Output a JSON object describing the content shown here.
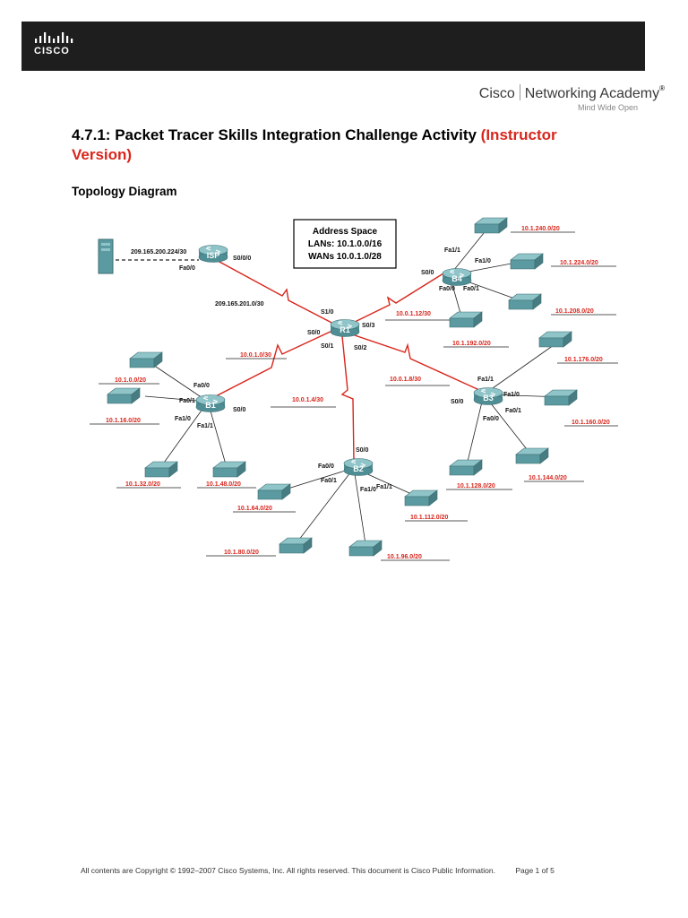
{
  "header": {
    "logo_text": "CISCO"
  },
  "branding": {
    "cisco": "Cisco",
    "academy": "Networking Academy",
    "tagline": "Mind Wide Open"
  },
  "title": {
    "main": "4.7.1: Packet Tracer Skills Integration Challenge Activity",
    "suffix": "(Instructor Version)"
  },
  "section": {
    "heading": "Topology Diagram"
  },
  "topology": {
    "address_space": {
      "heading": "Address Space",
      "lans": "LANs: 10.1.0.0/16",
      "wans": "WANs 10.0.1.0/28"
    },
    "devices": {
      "isp": "ISP",
      "r1": "R1",
      "b1": "B1",
      "b2": "B2",
      "b3": "B3",
      "b4": "B4"
    },
    "interfaces": {
      "isp_s000": "S0/0/0",
      "isp_fa00": "Fa0/0",
      "r1_s10": "S1/0",
      "r1_s00": "S0/0",
      "r1_s01": "S0/1",
      "r1_s02": "S0/2",
      "r1_s03": "S0/3",
      "b1_fa00": "Fa0/0",
      "b1_fa01": "Fa0/1",
      "b1_fa10": "Fa1/0",
      "b1_fa11": "Fa1/1",
      "b1_s00": "S0/0",
      "b2_s00": "S0/0",
      "b2_fa00": "Fa0/0",
      "b2_fa01": "Fa0/1",
      "b2_fa10": "Fa1/0",
      "b2_fa11": "Fa1/1",
      "b3_fa11": "Fa1/1",
      "b3_fa10": "Fa1/0",
      "b3_fa01": "Fa0/1",
      "b3_fa00": "Fa0/0",
      "b3_s00": "S0/0",
      "b4_fa11": "Fa1/1",
      "b4_fa10": "Fa1/0",
      "b4_s00": "S0/0",
      "b4_fa00": "Fa0/0",
      "b4_fa01": "Fa0/1"
    },
    "networks": {
      "server_net": "209.165.200.224/30",
      "isp_wan": "209.165.201.0/30",
      "wan_b1": "10.0.1.0/30",
      "wan_b2": "10.0.1.4/30",
      "wan_b3": "10.0.1.8/30",
      "wan_b4": "10.0.1.12/30",
      "lan_1_0": "10.1.0.0/20",
      "lan_1_16": "10.1.16.0/20",
      "lan_1_32": "10.1.32.0/20",
      "lan_1_48": "10.1.48.0/20",
      "lan_1_64": "10.1.64.0/20",
      "lan_1_80": "10.1.80.0/20",
      "lan_1_96": "10.1.96.0/20",
      "lan_1_112": "10.1.112.0/20",
      "lan_1_128": "10.1.128.0/20",
      "lan_1_144": "10.1.144.0/20",
      "lan_1_160": "10.1.160.0/20",
      "lan_1_176": "10.1.176.0/20",
      "lan_1_192": "10.1.192.0/20",
      "lan_1_208": "10.1.208.0/20",
      "lan_1_224": "10.1.224.0/20",
      "lan_1_240": "10.1.240.0/20"
    }
  },
  "footer": {
    "copyright": "All contents are Copyright © 1992–2007 Cisco Systems, Inc. All rights reserved. This document is Cisco Public Information.",
    "page": "Page 1 of 5"
  },
  "colors": {
    "header_bg": "#1e1e1e",
    "accent_red": "#d8261c",
    "device_teal": "#5b9aa0"
  }
}
